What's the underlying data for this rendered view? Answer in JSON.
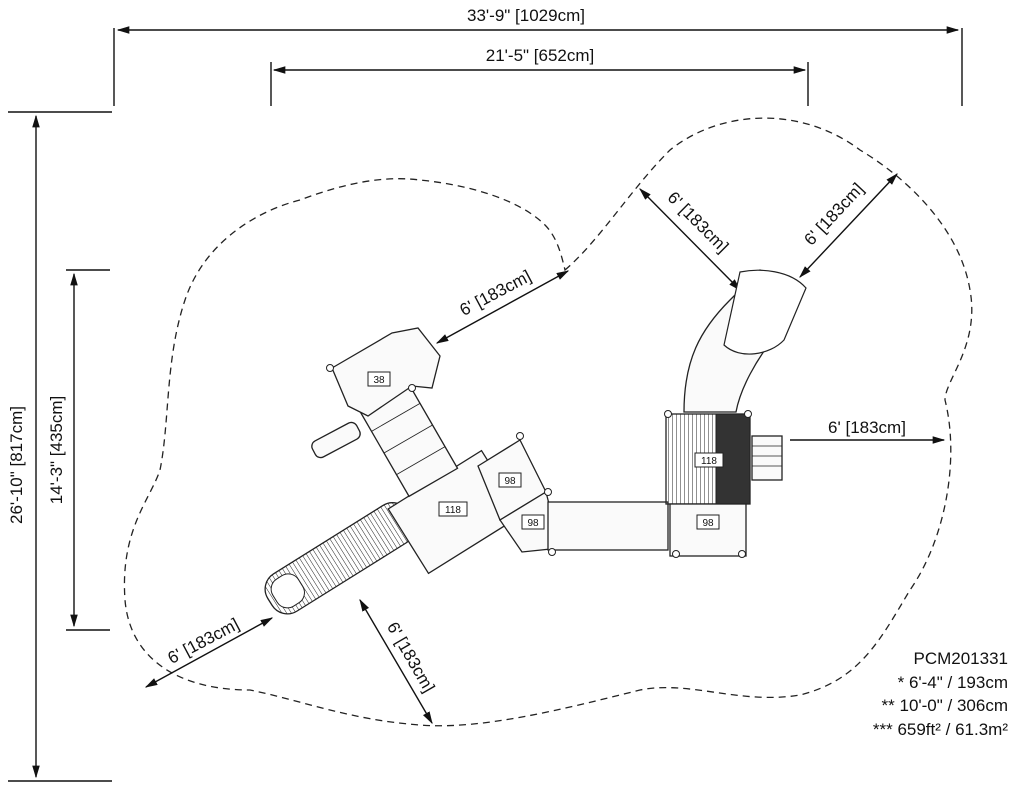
{
  "dimensions": {
    "overall_width": "33'-9\" [1029cm]",
    "structure_width": "21'-5\" [652cm]",
    "overall_depth": "26'-10\" [817cm]",
    "structure_depth": "14'-3\" [435cm]",
    "clearance": "6' [183cm]"
  },
  "deck_labels": {
    "left_upper_deck": "38",
    "left_main_deck": "118",
    "left_side_deck": "98",
    "left_ramp_deck": "98",
    "right_tower_deck": "118",
    "right_lower_deck": "98"
  },
  "legend": {
    "model": "PCM201331",
    "height_note": "* 6'-4\" / 193cm",
    "fall_note": "** 10'-0\" / 306cm",
    "area_note": "*** 659ft² / 61.3m²"
  },
  "colors": {
    "line": "#111111",
    "fill": "#fafafa",
    "background": "#ffffff"
  }
}
